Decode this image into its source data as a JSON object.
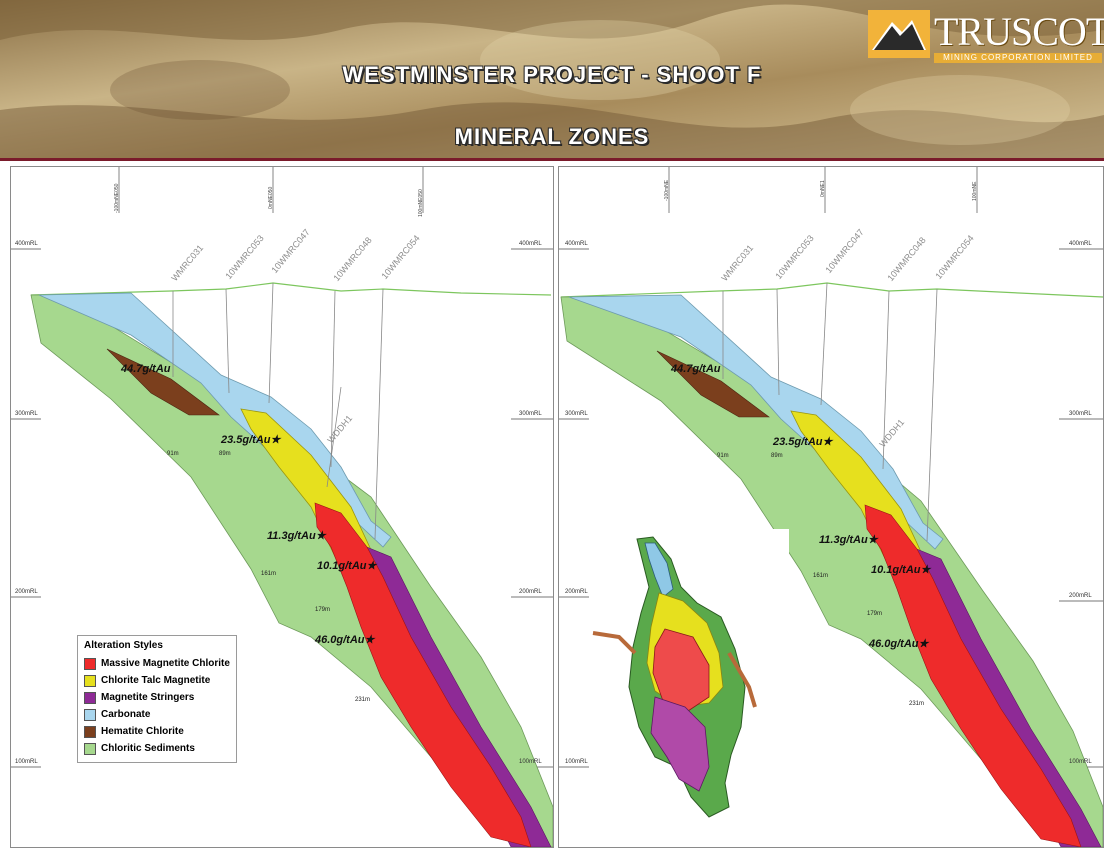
{
  "header": {
    "title_line1": "WESTMINSTER PROJECT  -  SHOOT F",
    "title_line2": "MINERAL ZONES"
  },
  "logo": {
    "name": "TRUSCOTT",
    "subtitle": "MINING CORPORATION LIMITED"
  },
  "colors": {
    "massive_magnetite_chlorite": "#ee2b2b",
    "chlorite_talc_magnetite": "#e6e01e",
    "magnetite_stringers": "#8e2a96",
    "carbonate": "#a9d6ee",
    "hematite_chlorite": "#7b3f1d",
    "chloritic_sediments": "#a6d88e",
    "banner_border": "#7a1b2b"
  },
  "section": {
    "levels": [
      "400mRL",
      "300mRL",
      "200mRL",
      "100mRL"
    ],
    "drillholes": [
      "WMRC031",
      "10WMRC053",
      "10WMRC047",
      "10WMRC048",
      "10WMRC054"
    ],
    "diamond_hole": "WDDH1",
    "grades": [
      "44.7g/tAu",
      "23.5g/tAu★",
      "11.3g/tAu★",
      "10.1g/tAu★",
      "46.0g/tAu★"
    ],
    "depths": [
      "91m",
      "89m",
      "161m",
      "179m",
      "231m"
    ],
    "eastings_left": [
      "-100mNE050",
      "0mNE050",
      "100mNE050"
    ],
    "eastings_right": [
      "-100mNE",
      "0mNE1",
      "100mNE"
    ]
  },
  "legend": {
    "title": "Alteration Styles",
    "items": [
      {
        "label": "Massive Magnetite Chlorite",
        "color": "#ee2b2b"
      },
      {
        "label": "Chlorite Talc Magnetite",
        "color": "#e6e01e"
      },
      {
        "label": "Magnetite Stringers",
        "color": "#8e2a96"
      },
      {
        "label": "Carbonate",
        "color": "#a9d6ee"
      },
      {
        "label": "Hematite Chlorite",
        "color": "#7b3f1d"
      },
      {
        "label": "Chloritic Sediments",
        "color": "#a6d88e"
      }
    ]
  }
}
